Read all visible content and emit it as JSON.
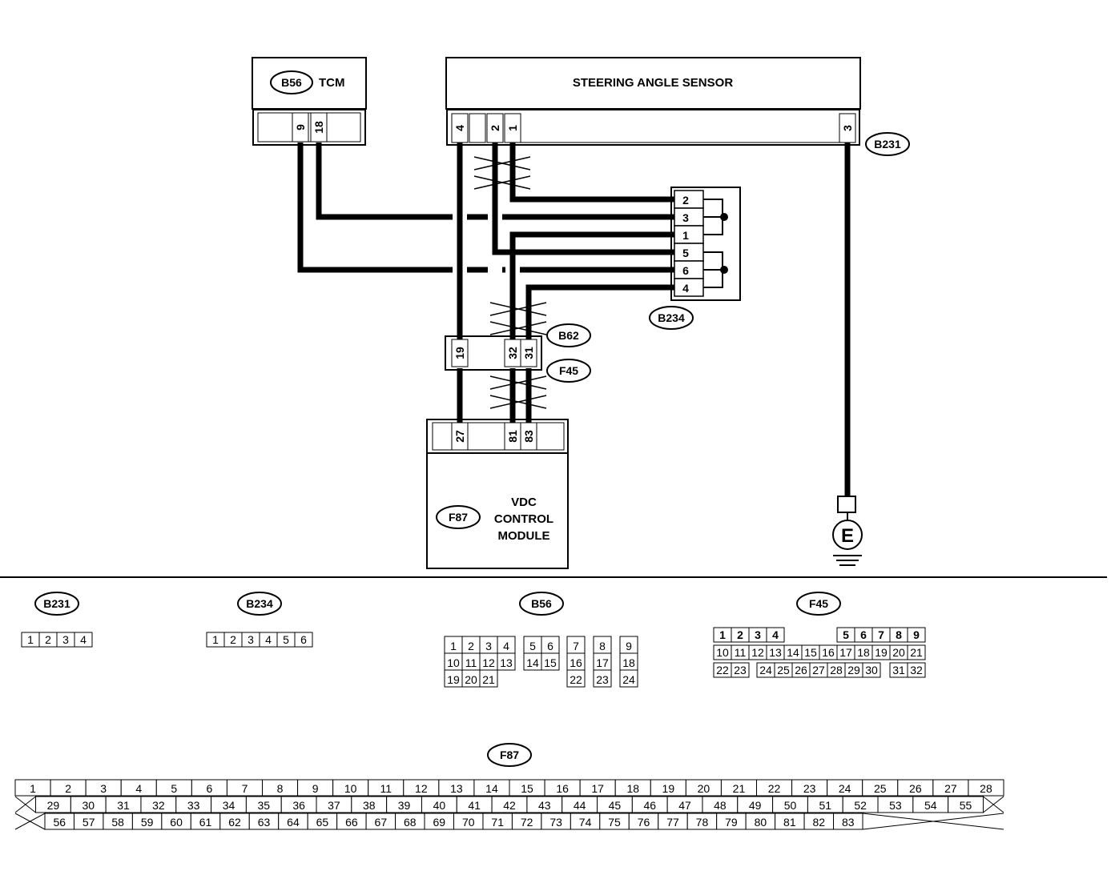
{
  "components": {
    "tcm": {
      "code": "B56",
      "name": "TCM",
      "pins": [
        "9",
        "18"
      ]
    },
    "sas": {
      "name": "STEERING ANGLE SENSOR",
      "code": "B231",
      "pins": [
        "4",
        "2",
        "1",
        "3"
      ]
    },
    "b234": {
      "code": "B234",
      "pins": [
        "2",
        "3",
        "1",
        "5",
        "6",
        "4"
      ]
    },
    "b62": {
      "code": "B62",
      "pins": [
        "19",
        "32",
        "31"
      ]
    },
    "f45": {
      "code": "F45"
    },
    "vdc": {
      "code": "F87",
      "line1": "VDC",
      "line2": "CONTROL",
      "line3": "MODULE",
      "pins": [
        "27",
        "81",
        "83"
      ]
    },
    "ground": {
      "symbol": "E"
    }
  },
  "connectors": {
    "b231": {
      "code": "B231",
      "rows": [
        [
          "1",
          "2",
          "3",
          "4"
        ]
      ]
    },
    "b234": {
      "code": "B234",
      "rows": [
        [
          "1",
          "2",
          "3",
          "4",
          "5",
          "6"
        ]
      ]
    },
    "b56": {
      "code": "B56",
      "rows": [
        [
          "1",
          "2",
          "3",
          "4",
          "5",
          "6",
          "7",
          "8",
          "9"
        ],
        [
          "10",
          "11",
          "12",
          "13",
          "14",
          "15",
          "16",
          "17",
          "18"
        ],
        [
          "19",
          "20",
          "21",
          "22",
          "23",
          "24"
        ]
      ]
    },
    "f45": {
      "code": "F45",
      "rows": [
        [
          "1",
          "2",
          "3",
          "4",
          "5",
          "6",
          "7",
          "8",
          "9"
        ],
        [
          "10",
          "11",
          "12",
          "13",
          "14",
          "15",
          "16",
          "17",
          "18",
          "19",
          "20",
          "21"
        ],
        [
          "22",
          "23",
          "24",
          "25",
          "26",
          "27",
          "28",
          "29",
          "30",
          "31",
          "32"
        ]
      ]
    },
    "f87": {
      "code": "F87",
      "rows": [
        [
          "1",
          "2",
          "3",
          "4",
          "5",
          "6",
          "7",
          "8",
          "9",
          "10",
          "11",
          "12",
          "13",
          "14",
          "15",
          "16",
          "17",
          "18",
          "19",
          "20",
          "21",
          "22",
          "23",
          "24",
          "25",
          "26",
          "27",
          "28"
        ],
        [
          "29",
          "30",
          "31",
          "32",
          "33",
          "34",
          "35",
          "36",
          "37",
          "38",
          "39",
          "40",
          "41",
          "42",
          "43",
          "44",
          "45",
          "46",
          "47",
          "48",
          "49",
          "50",
          "51",
          "52",
          "53",
          "54",
          "55"
        ],
        [
          "56",
          "57",
          "58",
          "59",
          "60",
          "61",
          "62",
          "63",
          "64",
          "65",
          "66",
          "67",
          "68",
          "69",
          "70",
          "71",
          "72",
          "73",
          "74",
          "75",
          "76",
          "77",
          "78",
          "79",
          "80",
          "81",
          "82",
          "83"
        ]
      ]
    }
  }
}
